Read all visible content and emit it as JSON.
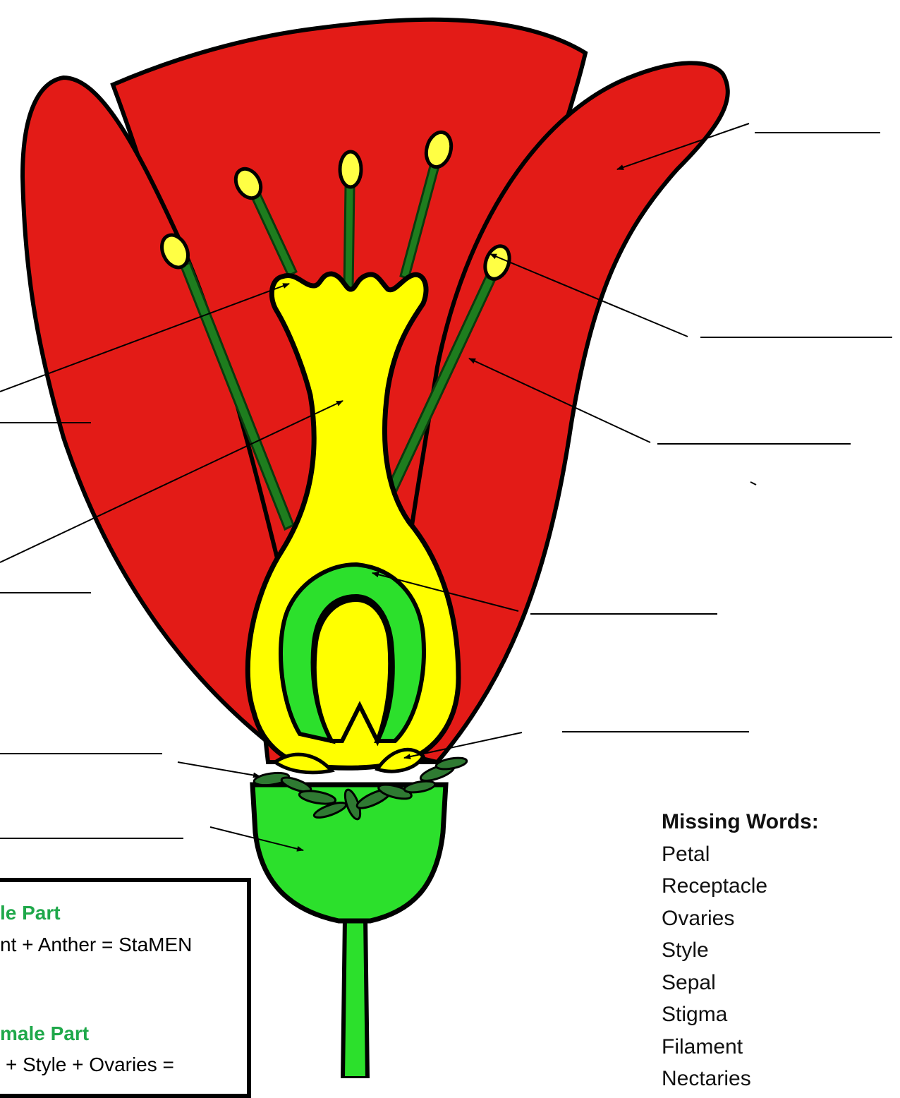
{
  "key_box": {
    "male_heading": "le Part",
    "male_text": "nt + Anther = StaMEN",
    "female_heading": "male Part",
    "female_text": "+ Style + Ovaries ="
  },
  "missing_words": {
    "title": "Missing Words:",
    "items": [
      "Petal",
      "Receptacle",
      "Ovaries",
      "Style",
      "Sepal",
      "Stigma",
      "Filament",
      "Nectaries"
    ]
  },
  "colors": {
    "petal": "#e31b17",
    "pistil": "#ffff00",
    "filament": "#1e7d1e",
    "ovary_ovule": "#2ce02c",
    "receptacle": "#2ce02c",
    "key_heading": "#1fa84a"
  }
}
